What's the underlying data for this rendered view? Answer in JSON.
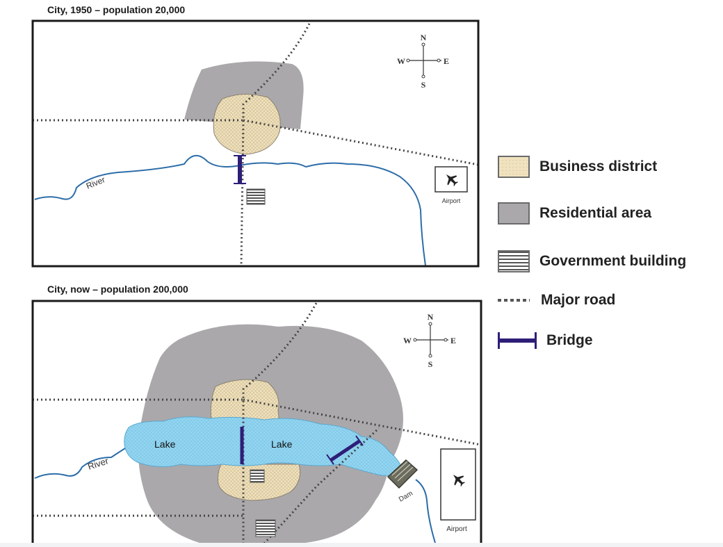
{
  "maps": [
    {
      "title": "City, 1950 – population 20,000",
      "labels": {
        "river": "River",
        "airport": "Airport"
      },
      "compass": {
        "n": "N",
        "s": "S",
        "e": "E",
        "w": "W"
      }
    },
    {
      "title": "City, now – population 200,000",
      "labels": {
        "river": "River",
        "airport": "Airport",
        "lake_west": "Lake",
        "lake_east": "Lake",
        "dam": "Dam"
      },
      "compass": {
        "n": "N",
        "s": "S",
        "e": "E",
        "w": "W"
      }
    }
  ],
  "legend": [
    {
      "label": "Business district",
      "symbol": "business"
    },
    {
      "label": "Residential area",
      "symbol": "residential"
    },
    {
      "label": "Government building",
      "symbol": "government"
    },
    {
      "label": "Major road",
      "symbol": "road"
    },
    {
      "label": "Bridge",
      "symbol": "bridge"
    }
  ],
  "colors": {
    "business": "#f0e2be",
    "residential": "#aaa8ab",
    "lake": "#93d6f1",
    "river": "#2c6da8",
    "bridge": "#2e1e78",
    "road": "#444444"
  },
  "icons": {
    "airport": "airplane-icon",
    "compass": "compass-icon"
  }
}
